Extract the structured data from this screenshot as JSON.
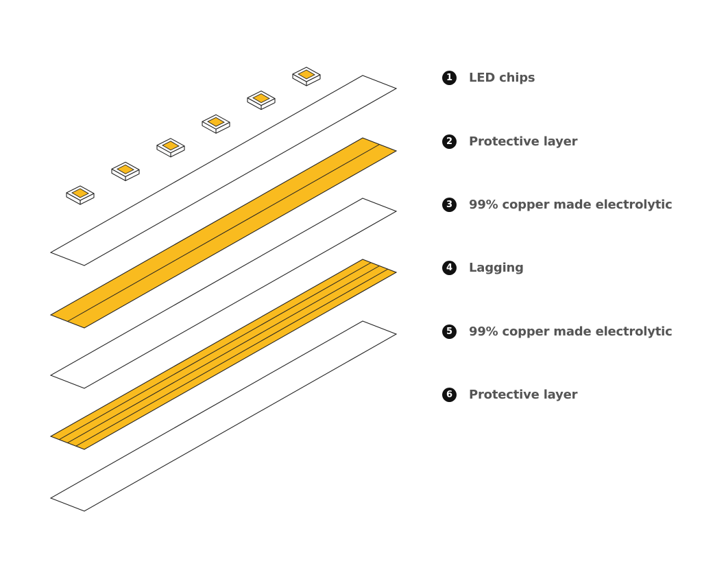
{
  "colors": {
    "copper": "#f9bb1f",
    "outline": "#222222",
    "chip_body": "#ffffff",
    "chip_emitter": "#f9bb1f",
    "label_text": "#555555",
    "badge": "#111111"
  },
  "layers": [
    {
      "number": "1",
      "label": "LED chips",
      "kind": "chips",
      "count": 6
    },
    {
      "number": "2",
      "label": "Protective layer",
      "kind": "plain"
    },
    {
      "number": "3",
      "label": "99% copper made electrolytic",
      "kind": "copper",
      "divider_lines": 1
    },
    {
      "number": "4",
      "label": "Lagging",
      "kind": "plain"
    },
    {
      "number": "5",
      "label": "99% copper made electrolytic",
      "kind": "copper",
      "divider_lines": 3
    },
    {
      "number": "6",
      "label": "Protective layer",
      "kind": "plain"
    }
  ]
}
